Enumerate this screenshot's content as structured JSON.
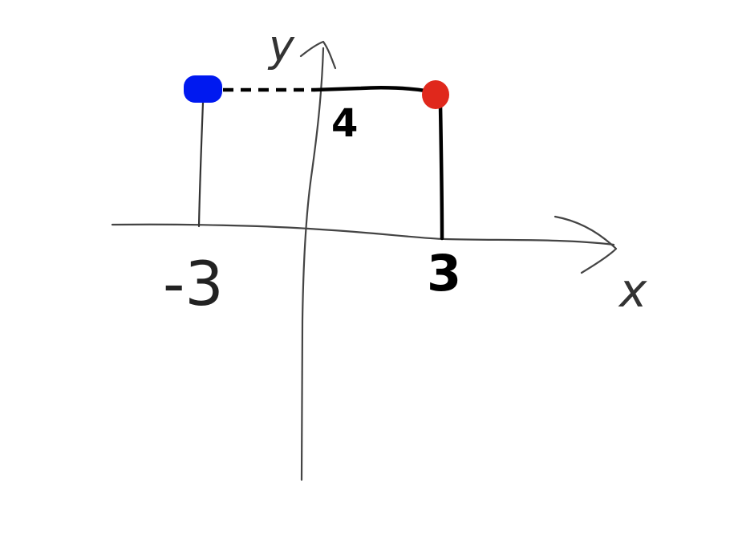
{
  "axes": {
    "x_label": "x",
    "y_label": "y"
  },
  "labels": {
    "x_negative": "-3",
    "x_positive": "3",
    "y_value": "4"
  },
  "points": [
    {
      "name": "blue-point",
      "x": -3,
      "y": 4,
      "color": "#0019f0"
    },
    {
      "name": "red-point",
      "x": 3,
      "y": 4,
      "color": "#e0281c"
    }
  ],
  "colors": {
    "ink": "#000000",
    "axis": "#444444"
  }
}
